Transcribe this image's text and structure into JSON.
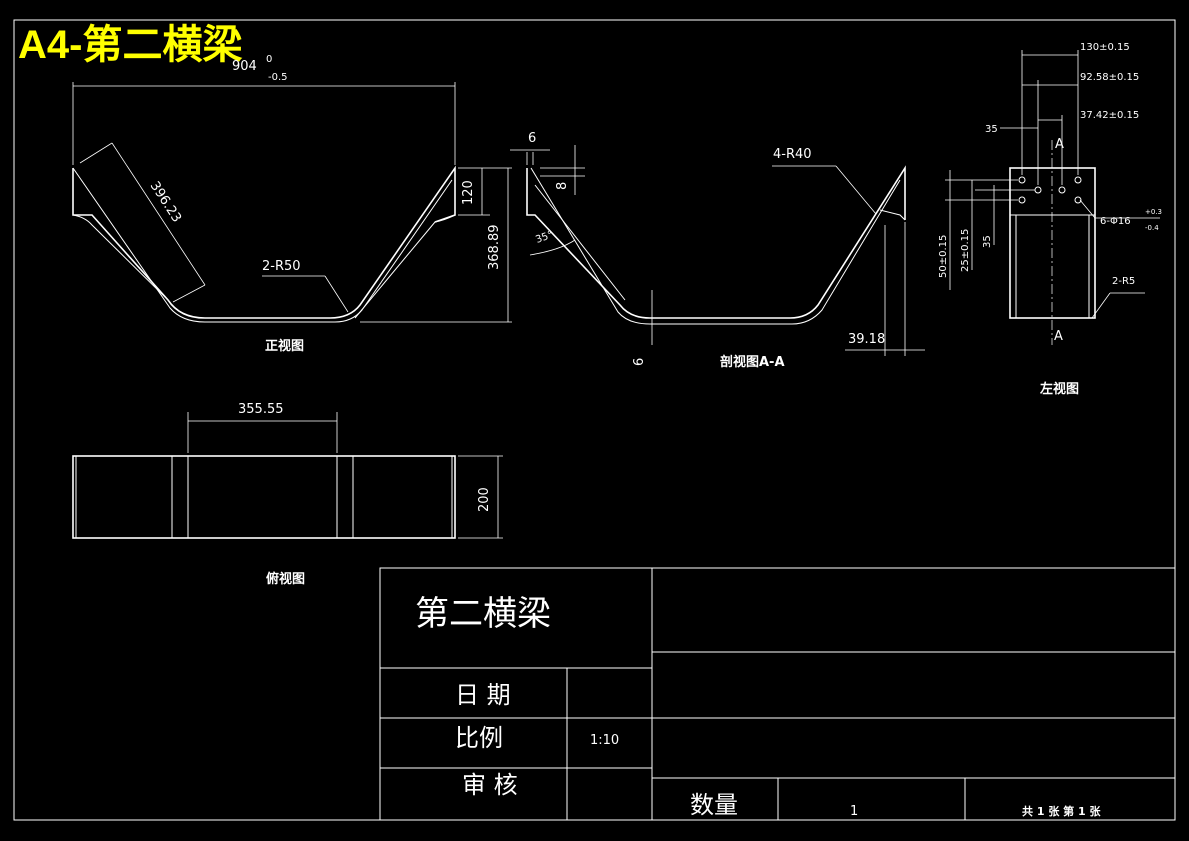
{
  "sheet_title": "A4-第二横梁",
  "views": {
    "front": {
      "label": "正视图",
      "dims": {
        "overall": "904",
        "upper_tol": "0",
        "lower_tol": "-0.5",
        "side_length": "396.23",
        "height_flange": "120",
        "height_total": "368.89",
        "bend_radius": "2-R50"
      }
    },
    "section": {
      "label": "剖视图A-A",
      "dims": {
        "flange_w": "6",
        "flange_h": "8",
        "angle": "35°",
        "thickness": "6",
        "bend_radius": "4-R40",
        "offset": "39.18"
      }
    },
    "left": {
      "label": "左视图",
      "dims": {
        "d130": "130±0.15",
        "d92": "92.58±0.15",
        "d37": "37.42±0.15",
        "d35a": "35",
        "d50": "50±0.15",
        "d25": "25±0.15",
        "d35b": "35",
        "holes": "6-Φ16",
        "holes_tol_up": "+0.3",
        "holes_tol_dn": "-0.4",
        "radius": "2-R5",
        "section_mark": "A"
      }
    },
    "top": {
      "label": "俯视图",
      "dims": {
        "width": "355.55",
        "depth": "200"
      }
    }
  },
  "title_block": {
    "part_name": "第二横梁",
    "date_label": "日 期",
    "date_value": "",
    "scale_label": "比例",
    "scale_value": "1:10",
    "review_label": "审 核",
    "review_value": "",
    "quantity_label": "数量",
    "quantity_value": "1",
    "sheet_info": "共 1 张 第 1 张"
  }
}
